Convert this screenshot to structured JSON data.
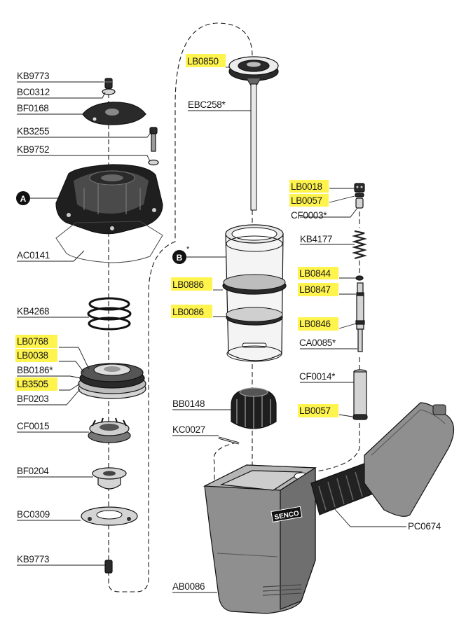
{
  "callouts": {
    "a": "A",
    "b": "B"
  },
  "labels": {
    "kb9773_top": "KB9773",
    "bc0312": "BC0312",
    "bf0168": "BF0168",
    "kb3255": "KB3255",
    "kb9752": "KB9752",
    "ac0141": "AC0141",
    "kb4268": "KB4268",
    "lb0768": "LB0768",
    "lb0038": "LB0038",
    "bb0186": "BB0186*",
    "lb3505": "LB3505",
    "bf0203": "BF0203",
    "cf0015": "CF0015",
    "bf0204": "BF0204",
    "bc0309": "BC0309",
    "kb9773_bottom": "KB9773",
    "lb0850": "LB0850",
    "ebc258": "EBC258*",
    "lb0886": "LB0886",
    "lb0086": "LB0086",
    "bb0148": "BB0148",
    "kc0027": "KC0027",
    "ab0086": "AB0086",
    "lb0018": "LB0018",
    "lb0057_top": "LB0057",
    "cf0003": "CF0003*",
    "kb4177": "KB4177",
    "lb0844": "LB0844",
    "lb0847": "LB0847",
    "lb0846": "LB0846",
    "ca0085": "CA0085*",
    "cf0014": "CF0014*",
    "lb0057_bottom": "LB0057",
    "pc0674": "PC0674"
  },
  "brand": "SENCO",
  "highlight_color": "#fff34d"
}
